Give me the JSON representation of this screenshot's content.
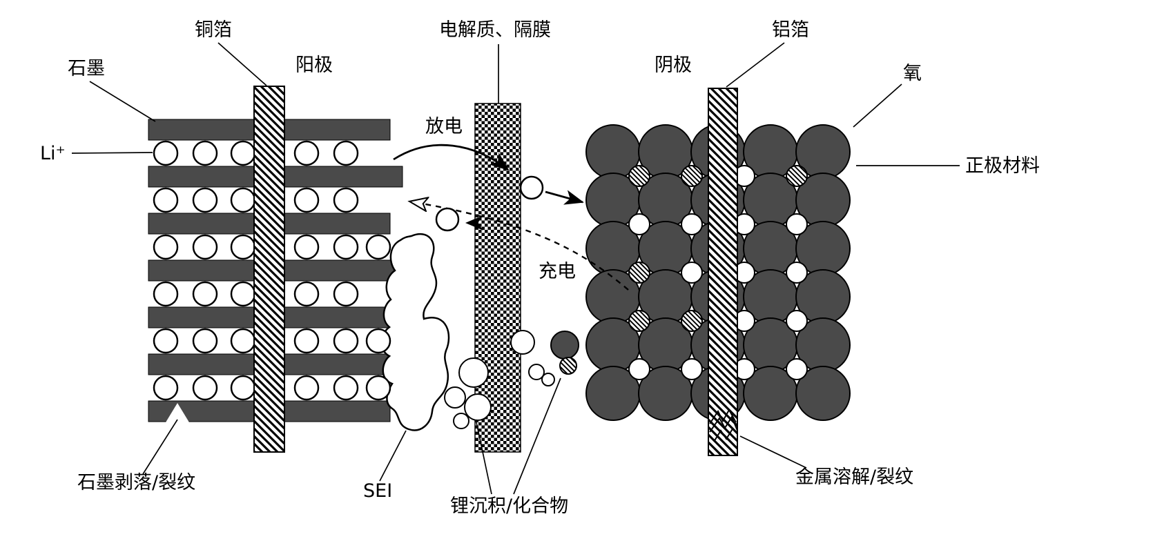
{
  "colors": {
    "dark": "#4a4a4a",
    "bg": "#ffffff",
    "line": "#000000"
  },
  "labels": {
    "graphite": "石墨",
    "copper_foil": "铜箔",
    "anode": "阳极",
    "electrolyte_separator": "电解质、隔膜",
    "aluminum_foil": "铝箔",
    "cathode": "阴极",
    "oxygen": "氧",
    "li_ion": "Li⁺",
    "cathode_material": "正极材料",
    "discharge": "放电",
    "charge": "充电",
    "graphite_exfoliation": "石墨剥落/裂纹",
    "sei": "SEI",
    "li_deposition": "锂沉积/化合物",
    "metal_dissolution": "金属溶解/裂纹"
  }
}
